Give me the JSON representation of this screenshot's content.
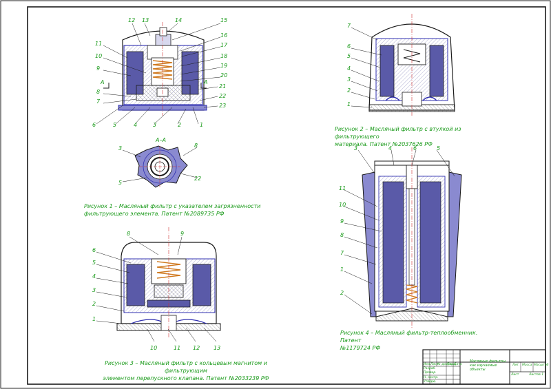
{
  "colors": {
    "line": "#1a1a1a",
    "accent": "#1a9a1a",
    "steel": "#3030b0",
    "fill": "#5a5aa8",
    "hatch": "#e0e0ee",
    "axis": "#d03030",
    "spring": "#d07a20"
  },
  "figure1": {
    "caption_line1": "Рисунок 1 – Масляный фильтр с указателем загрязненности",
    "caption_line2": "фильтрующего элемента. Патент №2089735 РФ",
    "section_mark": "А",
    "section_title": "А–А",
    "callouts": [
      "12",
      "13",
      "14",
      "15",
      "16",
      "17",
      "18",
      "19",
      "20",
      "11",
      "10",
      "9",
      "8",
      "7",
      "6",
      "5",
      "4",
      "3",
      "2",
      "1",
      "21",
      "22",
      "23"
    ],
    "section_callouts": [
      "3",
      "8",
      "5",
      "22"
    ]
  },
  "figure2": {
    "caption_line1": "Рисунок 2 – Масляный фильтр с втулкой из фильтрующего",
    "caption_line2": "материала. Патент №2037626 РФ",
    "callouts": [
      "7",
      "6",
      "5",
      "4",
      "3",
      "2",
      "1"
    ]
  },
  "figure3": {
    "caption_line1": "Рисунок 3 – Масляный фильтр с кольцевым магнитом и фильтрующим",
    "caption_line2": "элементом перепускного клапана. Патент №2033239 РФ",
    "callouts": [
      "8",
      "9",
      "6",
      "5",
      "4",
      "3",
      "2",
      "1",
      "10",
      "11",
      "12",
      "13"
    ]
  },
  "figure4": {
    "caption_line1": "Рисунок 4 – Масляный фильтр-теплообменник. Патент",
    "caption_line2": "№1179724 РФ",
    "callouts": [
      "3",
      "4",
      "6",
      "5",
      "11",
      "10",
      "9",
      "8",
      "7",
      "1",
      "2"
    ]
  },
  "title_block": {
    "designation": "Масляные фильтры, как изучаемые объекты",
    "col_izm": "Изм.",
    "col_list": "Лист",
    "col_doc": "№ докум.",
    "col_sign": "Подп.",
    "col_date": "Дата",
    "row_razrab": "Разраб.",
    "row_prov": "Провер.",
    "row_nkontr": "Н. контр.",
    "row_utv": "Утверд.",
    "lit": "Лит.",
    "mass": "Масса",
    "scale": "Масштаб",
    "sheet": "Лист",
    "sheets": "Листов 1"
  }
}
